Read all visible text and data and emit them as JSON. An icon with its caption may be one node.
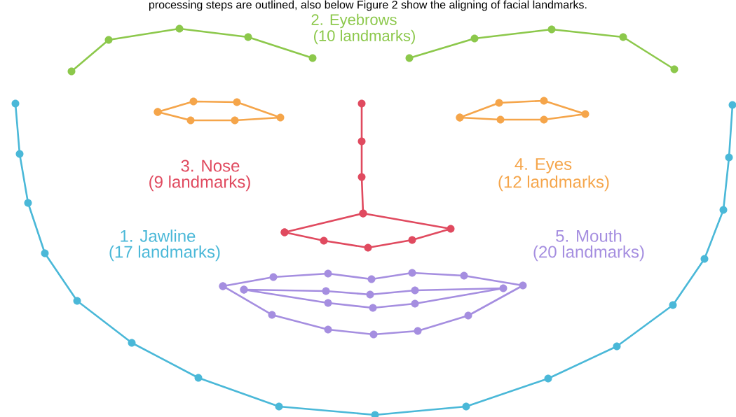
{
  "diagram": {
    "labels": [
      "processing steps are outlined, also below Figure 2 show the aligning of facial landmarks.",
      "2. Eyebrows",
      "(10 landmarks)",
      "3. Nose",
      "(9 landmarks)",
      "4. Eyes",
      "(12 landmarks)",
      "1. Jawline",
      "(17 landmarks)",
      "5. Mouth",
      "(20 landmarks)"
    ]
  }
}
